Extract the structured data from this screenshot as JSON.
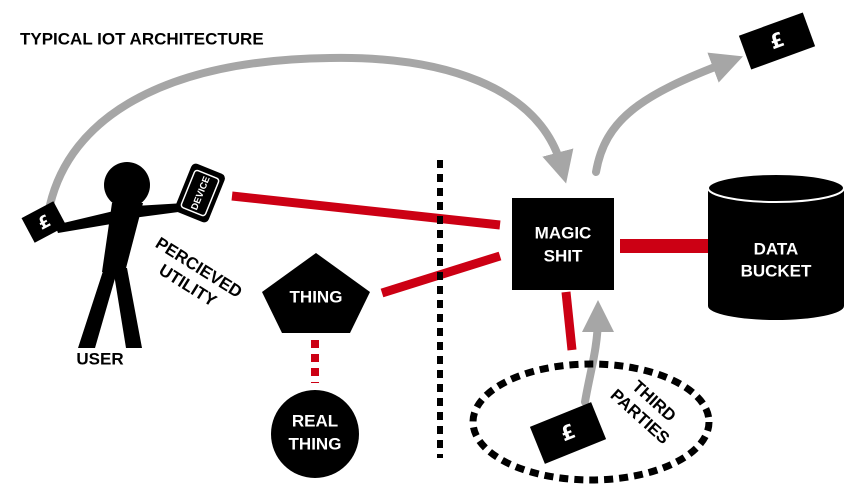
{
  "title": "TYPICAL IOT ARCHITECTURE",
  "labels": {
    "user": "USER",
    "device": "DEVICE",
    "perceived_utility_line1": "PERCIEVED",
    "perceived_utility_line2": "UTILITY",
    "thing": "THING",
    "real_thing_line1": "REAL",
    "real_thing_line2": "THING",
    "magic_line1": "MAGIC",
    "magic_line2": "SHIT",
    "data_line1": "DATA",
    "data_line2": "BUCKET",
    "third_line1": "THIRD",
    "third_line2": "PARTIES"
  },
  "currency_symbol": "£",
  "colors": {
    "accent_red": "#cc0014",
    "arrow_grey": "#a6a6a6",
    "ink": "#000000"
  }
}
